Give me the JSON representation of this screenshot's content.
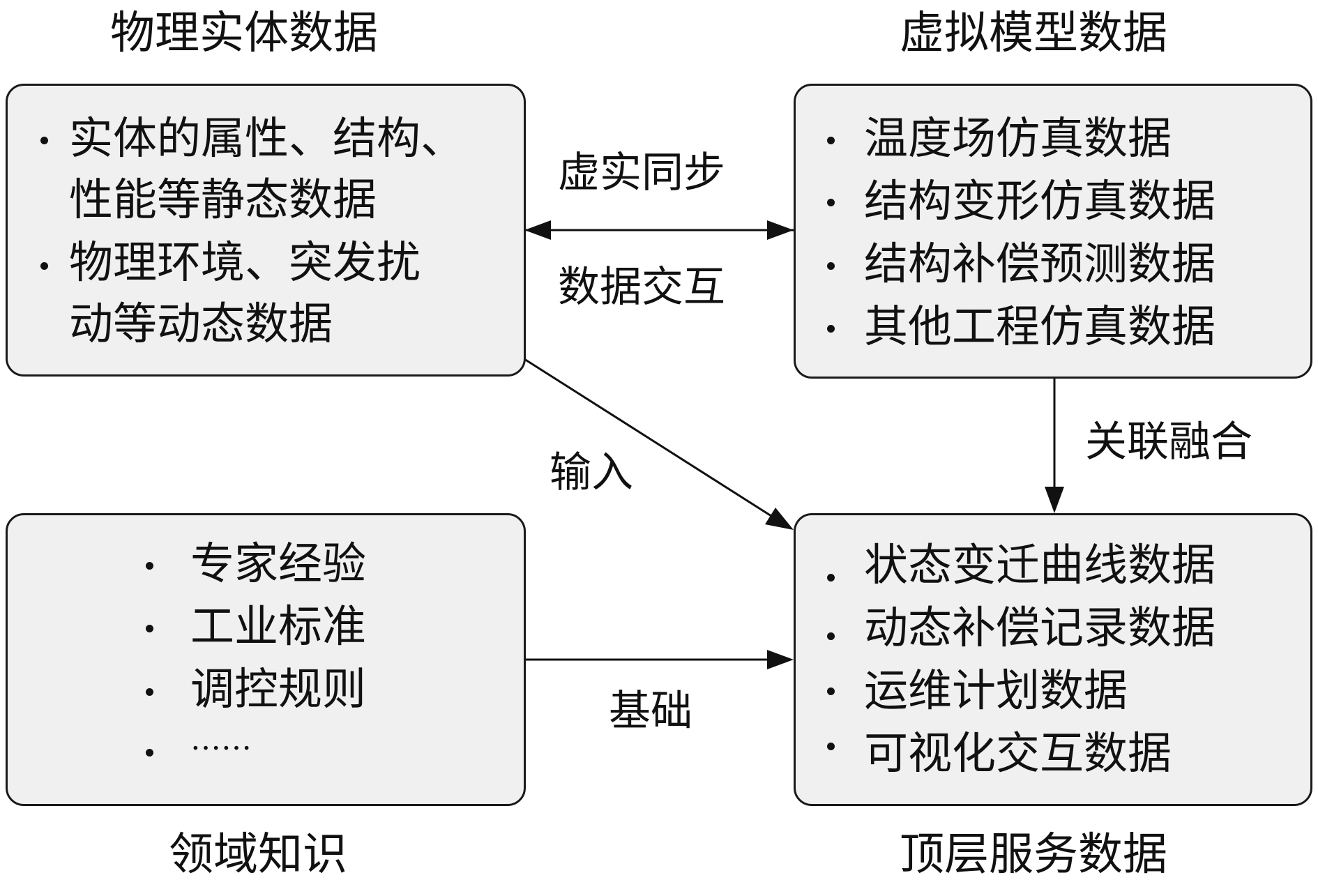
{
  "groups": {
    "physical": {
      "title": "物理实体数据",
      "items": [
        "实体的属性、结构、",
        "性能等静态数据",
        "物理环境、突发扰",
        "动等动态数据"
      ]
    },
    "virtual": {
      "title": "虚拟模型数据",
      "items": [
        "温度场仿真数据",
        "结构变形仿真数据",
        "结构补偿预测数据",
        "其他工程仿真数据"
      ]
    },
    "domain": {
      "title": "领域知识",
      "items": [
        "专家经验",
        "工业标准",
        "调控规则",
        "……"
      ]
    },
    "service": {
      "title": "顶层服务数据",
      "items": [
        "状态变迁曲线数据",
        "动态补偿记录数据",
        "运维计划数据",
        "可视化交互数据"
      ]
    }
  },
  "connections": {
    "sync_top": "虚实同步",
    "sync_bottom": "数据交互",
    "fusion": "关联融合",
    "input": "输入",
    "basis": "基础"
  }
}
